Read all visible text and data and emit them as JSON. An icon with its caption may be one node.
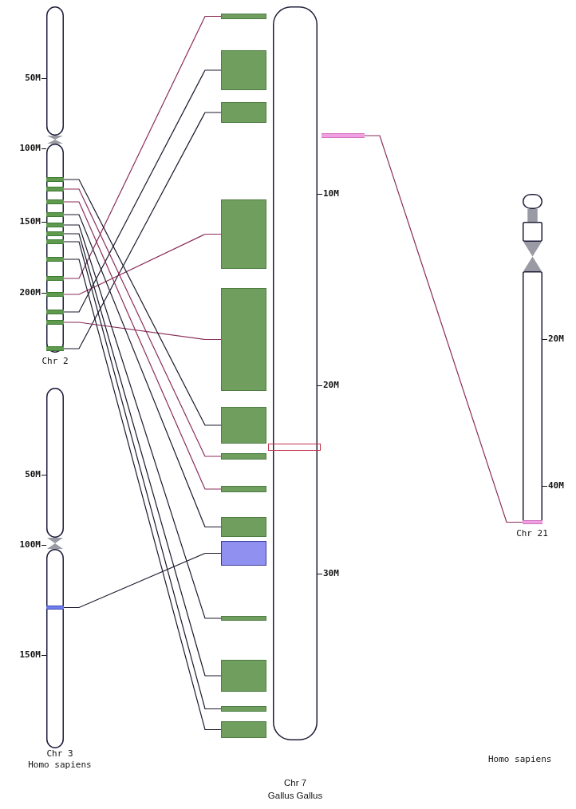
{
  "diagram": {
    "nodes": [
      {
        "text": [
          "Chr 2"
        ]
      },
      {
        "text": [],
        "shape": "bar",
        "in": 0
      },
      {
        "text": [],
        "shape": "bar",
        "in": 0
      },
      {
        "text": [],
        "shape": "bar",
        "in": 0
      },
      {
        "text": [],
        "shape": "bar",
        "in": 0
      },
      {
        "text": [],
        "shape": "bar",
        "in": 0
      },
      {
        "text": [],
        "shape": "bar",
        "in": 0
      },
      {
        "text": [],
        "shape": "bar",
        "in": 0
      },
      {
        "text": [],
        "shape": "bar",
        "in": 0
      },
      {
        "text": [],
        "shape": "bar",
        "in": 0
      },
      {
        "text": [],
        "shape": "bar",
        "in": 0
      },
      {
        "text": [],
        "shape": "bar",
        "in": 0
      },
      {
        "text": [],
        "shape": "bar",
        "in": 0
      },
      {
        "text": [],
        "shape": "bar",
        "in": 0
      },
      {
        "text": [
          "Chr 3"
        ],
        "beside": [
          "Homo sapiens"
        ]
      },
      {
        "text": [],
        "shape": "bar",
        "in": 14
      },
      {
        "text": [
          "Chr 7"
        ]
      },
      {
        "text": [],
        "shape": "box"
      },
      {
        "text": [],
        "shape": "box"
      },
      {
        "text": [],
        "shape": "box"
      },
      {
        "text": [],
        "shape": "box"
      },
      {
        "text": [],
        "shape": "box"
      },
      {
        "text": [],
        "shape": "box"
      },
      {
        "text": [],
        "shape": "box"
      },
      {
        "text": [],
        "shape": "box"
      },
      {
        "text": [],
        "shape": "box"
      },
      {
        "text": [],
        "shape": "box"
      },
      {
        "text": [],
        "shape": "box"
      },
      {
        "text": [],
        "shape": "box"
      },
      {
        "text": [],
        "shape": "box"
      },
      {
        "text": [],
        "shape": "box"
      },
      {
        "text": [],
        "shape": "box",
        "in": 16
      },
      {
        "text": [],
        "shape": "bar"
      },
      {
        "text": [
          "Chr 21"
        ]
      },
      {
        "text": [],
        "shape": "bar",
        "in": 33
      }
    ],
    "edges": [
      {
        "from": 9,
        "to": 17,
        "arrow": "none",
        "color": "#8a2e5a"
      },
      {
        "from": 11,
        "to": 18,
        "arrow": "none"
      },
      {
        "from": 13,
        "to": 19,
        "arrow": "none"
      },
      {
        "from": 10,
        "to": 20,
        "arrow": "none",
        "color": "#8a2e5a"
      },
      {
        "from": 12,
        "to": 21,
        "arrow": "none",
        "color": "#8a2e5a"
      },
      {
        "from": 1,
        "to": 22,
        "arrow": "none"
      },
      {
        "from": 2,
        "to": 23,
        "arrow": "none",
        "color": "#8a2e5a"
      },
      {
        "from": 3,
        "to": 24,
        "arrow": "none",
        "color": "#8a2e5a"
      },
      {
        "from": 4,
        "to": 25,
        "arrow": "none"
      },
      {
        "from": 15,
        "to": 26,
        "arrow": "none"
      },
      {
        "from": 5,
        "to": 27,
        "arrow": "none"
      },
      {
        "from": 6,
        "to": 28,
        "arrow": "none"
      },
      {
        "from": 7,
        "to": 29,
        "arrow": "none"
      },
      {
        "from": 8,
        "to": 30,
        "arrow": "none"
      },
      {
        "from": 32,
        "to": 34,
        "arrow": "none",
        "color": "#8a2e5a"
      }
    ],
    "labels": [
      "50M",
      "100M",
      "150M",
      "200M",
      "50M",
      "100M",
      "150M",
      "10M",
      "20M",
      "30M",
      "20M",
      "40M",
      "Homo sapiens",
      "Gallus Gallus"
    ]
  }
}
